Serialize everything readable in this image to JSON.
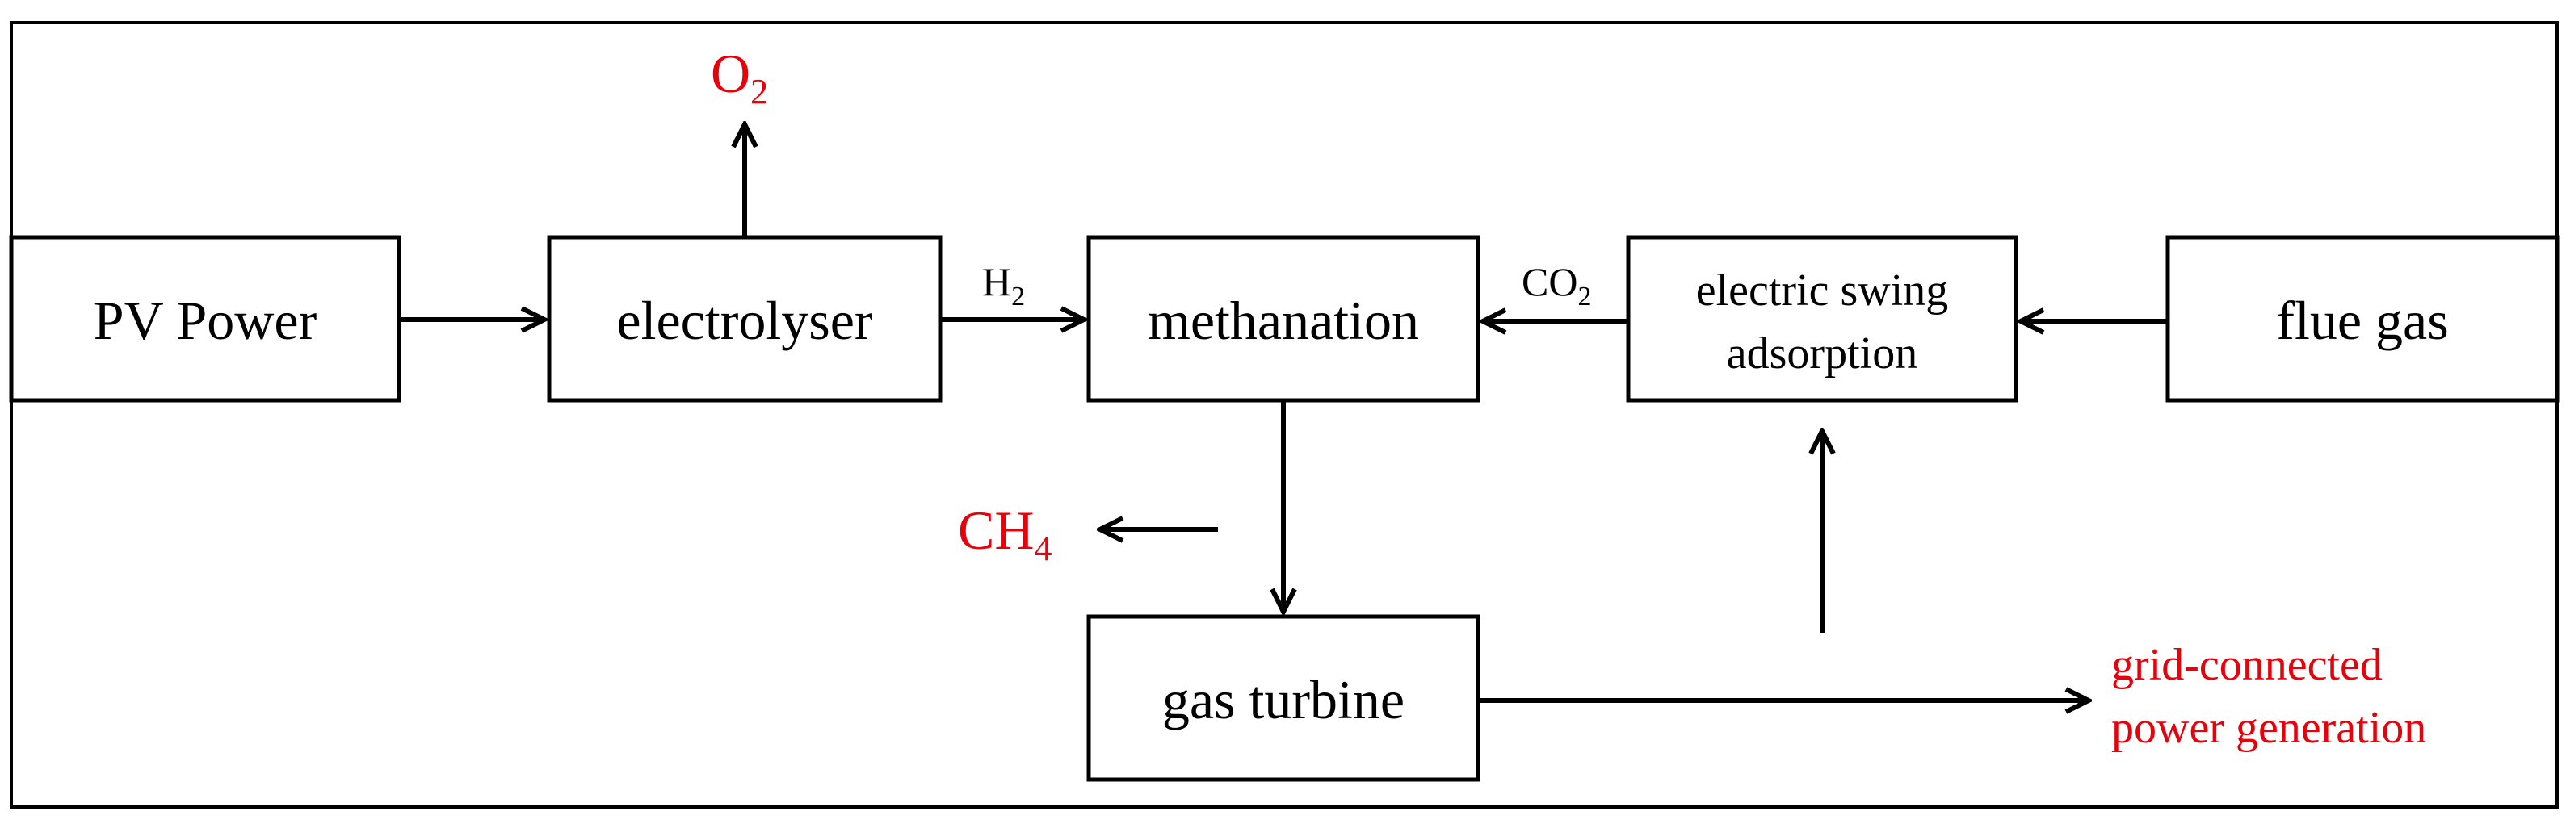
{
  "nodes": {
    "pv_power": "PV Power",
    "electrolyser": "electrolyser",
    "methanation": "methanation",
    "esa_line1": "electric swing",
    "esa_line2": "adsorption",
    "flue_gas": "flue gas",
    "gas_turbine": "gas turbine"
  },
  "labels": {
    "o2_base": "O",
    "o2_sub": "2",
    "h2_base": "H",
    "h2_sub": "2",
    "co2_base": "CO",
    "co2_sub": "2",
    "ch4_base": "CH",
    "ch4_sub": "4",
    "grid_line1": "grid-connected",
    "grid_line2": "power generation"
  },
  "colors": {
    "product": "#e8000b",
    "stroke": "#000000"
  }
}
